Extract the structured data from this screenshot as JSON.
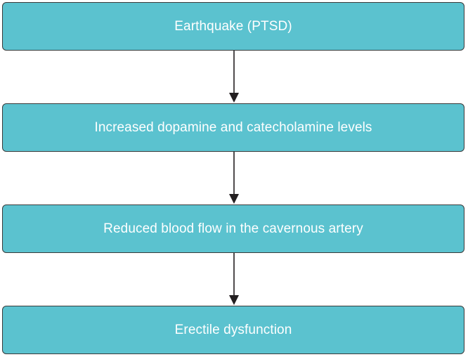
{
  "flowchart": {
    "steps": [
      {
        "label": "Earthquake (PTSD)"
      },
      {
        "label": "Increased dopamine and catecholamine levels"
      },
      {
        "label": "Reduced blood flow in the cavernous artery"
      },
      {
        "label": "Erectile dysfunction"
      }
    ]
  },
  "colors": {
    "box_fill": "#5bc2cf",
    "box_border": "#3a3a3a",
    "text": "#ffffff",
    "arrow": "#231f20"
  }
}
